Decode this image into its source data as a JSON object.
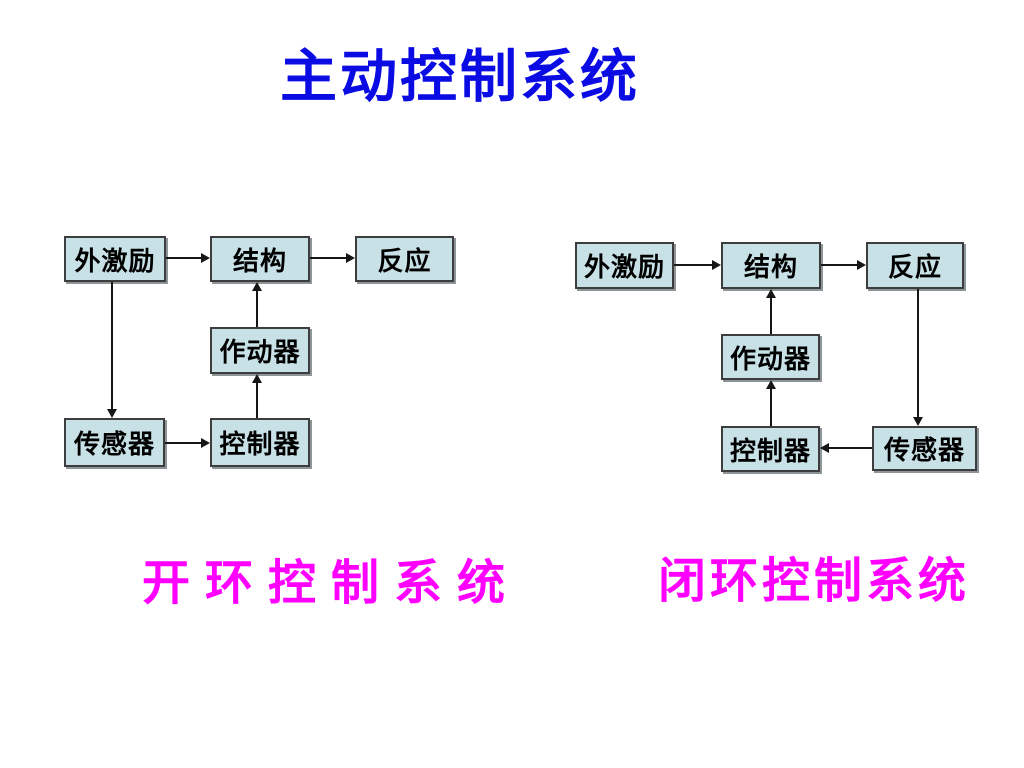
{
  "slide": {
    "title": "主动控制系统"
  },
  "colors": {
    "title_text": "#0b0be4",
    "caption_text": "#ff00ff",
    "node_fill": "#c7e1e7",
    "node_border": "#3d3d3d",
    "node_shadow": "#8d9598",
    "arrow": "#161616",
    "node_text": "#000000"
  },
  "diagrams": {
    "open_loop": {
      "caption": "开环控制系统",
      "nodes": {
        "excitation": "外激励",
        "structure": "结构",
        "response": "反应",
        "actuator": "作动器",
        "sensor": "传感器",
        "controller": "控制器"
      },
      "edges": [
        {
          "from": "excitation",
          "to": "structure"
        },
        {
          "from": "structure",
          "to": "response"
        },
        {
          "from": "excitation",
          "to": "sensor"
        },
        {
          "from": "sensor",
          "to": "controller"
        },
        {
          "from": "controller",
          "to": "actuator"
        },
        {
          "from": "actuator",
          "to": "structure"
        }
      ]
    },
    "closed_loop": {
      "caption": "闭环控制系统",
      "nodes": {
        "excitation": "外激励",
        "structure": "结构",
        "response": "反应",
        "actuator": "作动器",
        "sensor": "传感器",
        "controller": "控制器"
      },
      "edges": [
        {
          "from": "excitation",
          "to": "structure"
        },
        {
          "from": "structure",
          "to": "response"
        },
        {
          "from": "response",
          "to": "sensor"
        },
        {
          "from": "sensor",
          "to": "controller"
        },
        {
          "from": "controller",
          "to": "actuator"
        },
        {
          "from": "actuator",
          "to": "structure"
        }
      ]
    }
  }
}
